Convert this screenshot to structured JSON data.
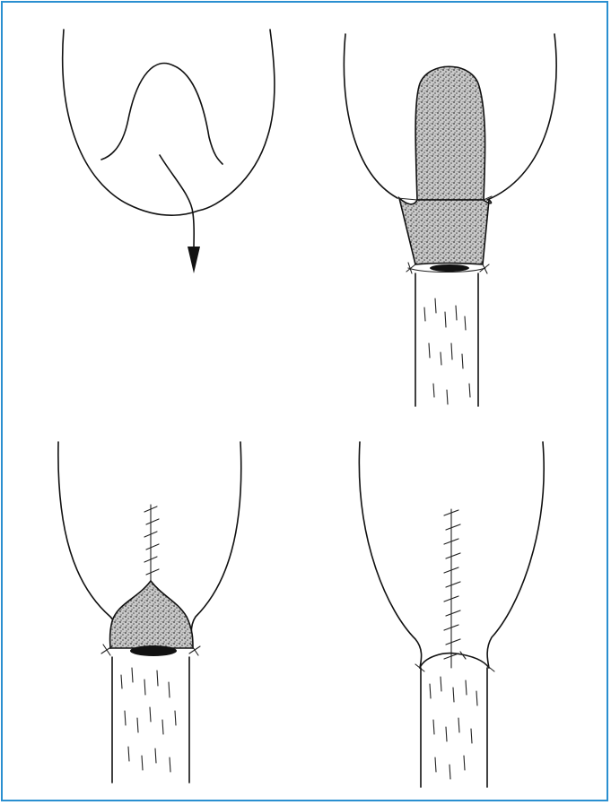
{
  "figure": {
    "frame_color": "#2a8fd0",
    "panels": [
      {
        "id": "panel-1",
        "description_icon": "wound-incision-arrow"
      },
      {
        "id": "panel-2",
        "description_icon": "flap-advanced-graft"
      },
      {
        "id": "panel-3",
        "description_icon": "sutured-partial-closure"
      },
      {
        "id": "panel-4",
        "description_icon": "final-closure"
      }
    ]
  }
}
